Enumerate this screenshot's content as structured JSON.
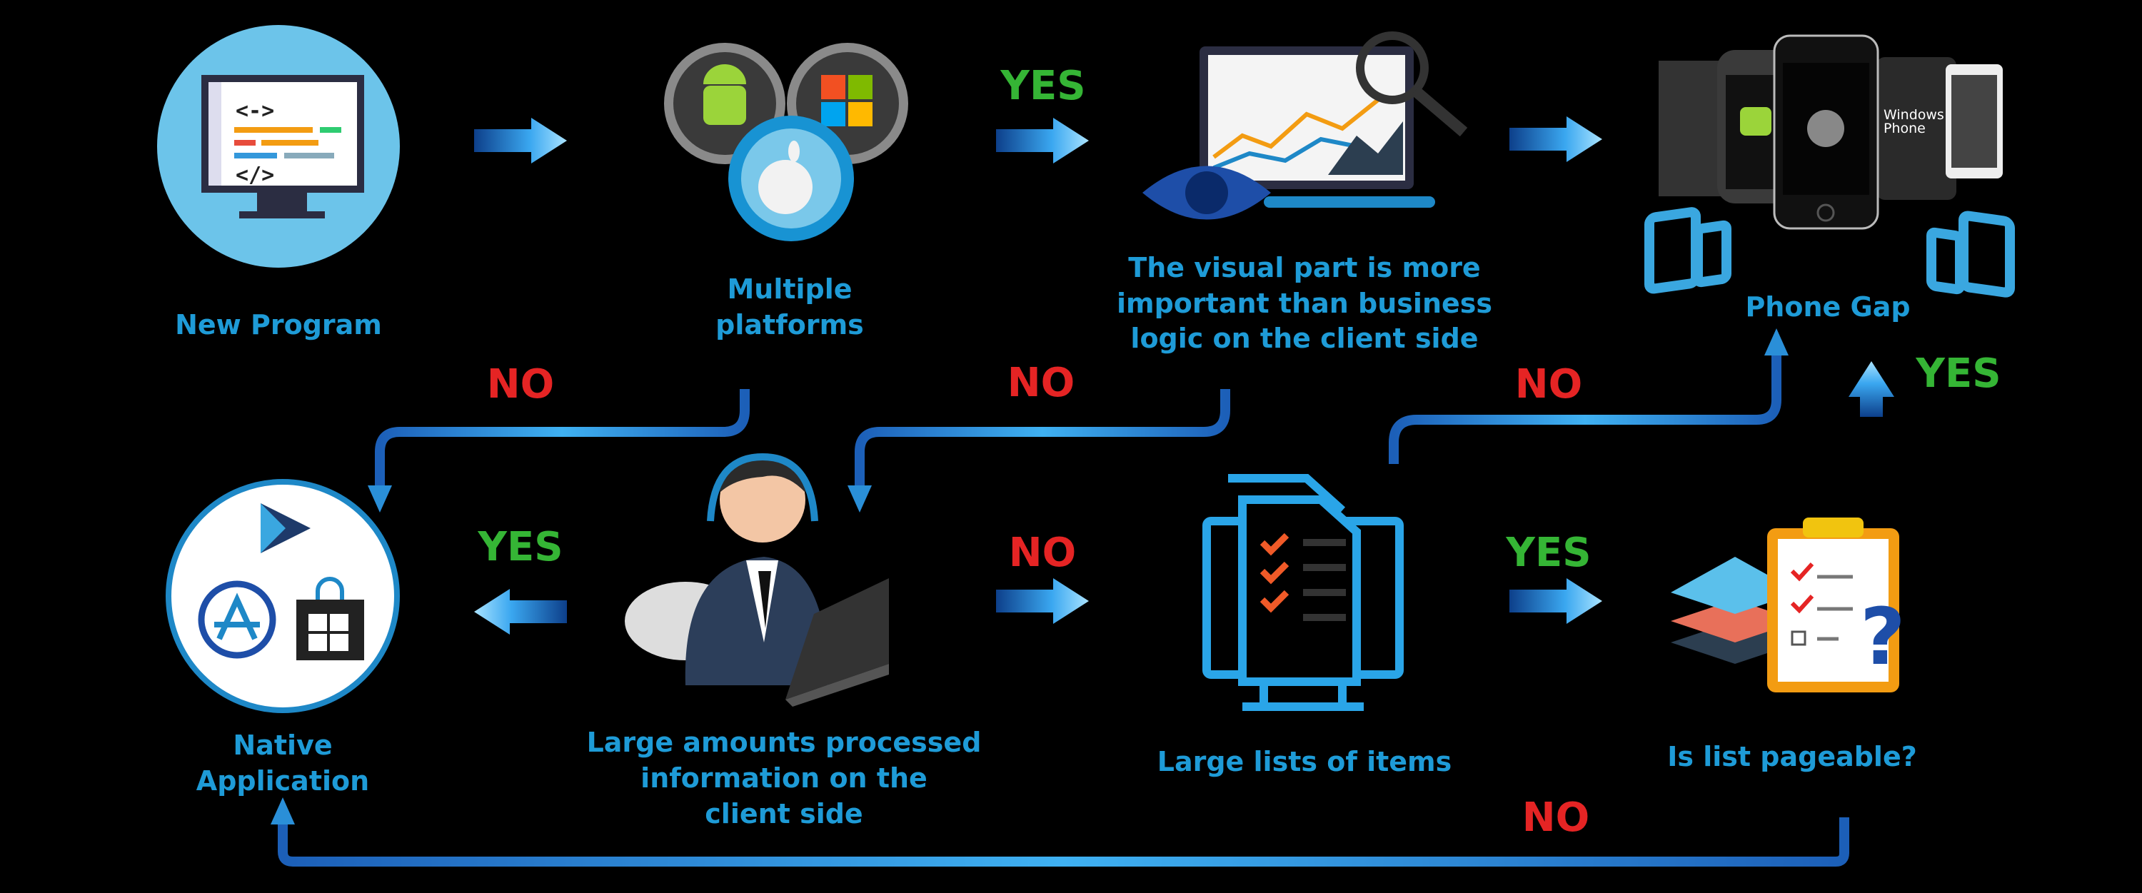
{
  "nodes": {
    "new_program": [
      "New Program"
    ],
    "multiple_platforms": [
      "Multiple",
      "platforms"
    ],
    "visual_part": [
      "The visual part is more",
      "important than business",
      "logic on the client side"
    ],
    "phone_gap": [
      "Phone Gap"
    ],
    "native_app": [
      "Native",
      "Application"
    ],
    "large_amounts": [
      "Large amounts processed",
      "information on the",
      "client side"
    ],
    "large_lists": [
      "Large lists of items"
    ],
    "pageable": [
      "Is list pageable?"
    ]
  },
  "decisions": {
    "platforms_no": "NO",
    "platforms_yes": "YES",
    "visual_no": "NO",
    "lists_no_up": "NO",
    "visual_yes": "YES",
    "amounts_yes": "YES",
    "amounts_no": "NO",
    "lists_yes": "YES",
    "pageable_no": "NO"
  },
  "device_text": [
    "Windows",
    "Phone"
  ],
  "colors": {
    "label": "#1e9bd7",
    "yes": "#35b535",
    "no": "#e52424",
    "arrow": "#2a8fd8",
    "background": "#000000"
  }
}
